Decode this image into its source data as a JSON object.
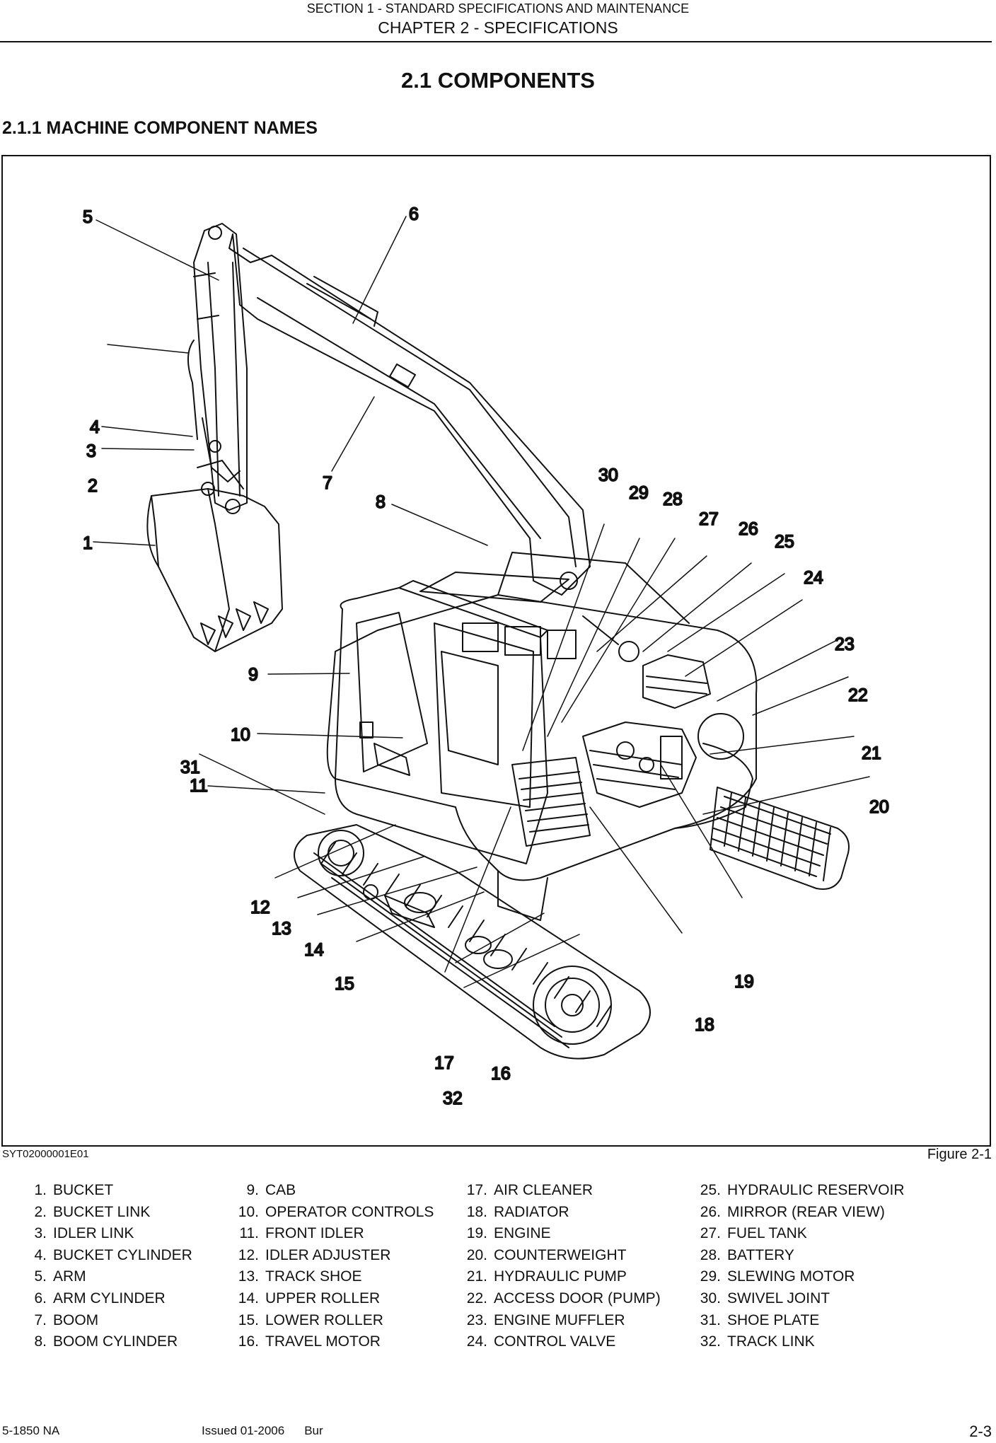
{
  "header": {
    "section": "SECTION 1 - STANDARD SPECIFICATIONS AND MAINTENANCE",
    "chapter": "CHAPTER 2 - SPECIFICATIONS"
  },
  "section_title": "2.1  COMPONENTS",
  "subsection_title": "2.1.1  MACHINE COMPONENT NAMES",
  "figure": {
    "code": "SYT02000001E01",
    "label": "Figure 2-1",
    "callouts": [
      "1",
      "2",
      "3",
      "4",
      "5",
      "6",
      "7",
      "8",
      "9",
      "10",
      "11",
      "12",
      "13",
      "14",
      "15",
      "16",
      "17",
      "18",
      "19",
      "20",
      "21",
      "22",
      "23",
      "24",
      "25",
      "26",
      "27",
      "28",
      "29",
      "30",
      "31",
      "32"
    ]
  },
  "legend": [
    [
      {
        "num": "1.",
        "name": "BUCKET"
      },
      {
        "num": "2.",
        "name": "BUCKET LINK"
      },
      {
        "num": "3.",
        "name": "IDLER LINK"
      },
      {
        "num": "4.",
        "name": "BUCKET CYLINDER"
      },
      {
        "num": "5.",
        "name": "ARM"
      },
      {
        "num": "6.",
        "name": "ARM CYLINDER"
      },
      {
        "num": "7.",
        "name": "BOOM"
      },
      {
        "num": "8.",
        "name": "BOOM CYLINDER"
      }
    ],
    [
      {
        "num": "9.",
        "name": "CAB"
      },
      {
        "num": "10.",
        "name": "OPERATOR CONTROLS"
      },
      {
        "num": "11.",
        "name": "FRONT IDLER"
      },
      {
        "num": "12.",
        "name": "IDLER ADJUSTER"
      },
      {
        "num": "13.",
        "name": "TRACK SHOE"
      },
      {
        "num": "14.",
        "name": "UPPER ROLLER"
      },
      {
        "num": "15.",
        "name": "LOWER ROLLER"
      },
      {
        "num": "16.",
        "name": "TRAVEL MOTOR"
      }
    ],
    [
      {
        "num": "17.",
        "name": "AIR CLEANER"
      },
      {
        "num": "18.",
        "name": "RADIATOR"
      },
      {
        "num": "19.",
        "name": "ENGINE"
      },
      {
        "num": "20.",
        "name": "COUNTERWEIGHT"
      },
      {
        "num": "21.",
        "name": "HYDRAULIC PUMP"
      },
      {
        "num": "22.",
        "name": "ACCESS DOOR (PUMP)"
      },
      {
        "num": "23.",
        "name": "ENGINE MUFFLER"
      },
      {
        "num": "24.",
        "name": "CONTROL VALVE"
      }
    ],
    [
      {
        "num": "25.",
        "name": "HYDRAULIC RESERVOIR"
      },
      {
        "num": "26.",
        "name": "MIRROR (REAR VIEW)"
      },
      {
        "num": "27.",
        "name": "FUEL TANK"
      },
      {
        "num": "28.",
        "name": "BATTERY"
      },
      {
        "num": "29.",
        "name": "SLEWING MOTOR"
      },
      {
        "num": "30.",
        "name": "SWIVEL JOINT"
      },
      {
        "num": "31.",
        "name": "SHOE PLATE"
      },
      {
        "num": "32.",
        "name": "TRACK LINK"
      }
    ]
  ],
  "footer": {
    "doc_number": "5-1850 NA",
    "issued": "Issued 01-2006",
    "location": "Bur",
    "page": "2-3"
  }
}
